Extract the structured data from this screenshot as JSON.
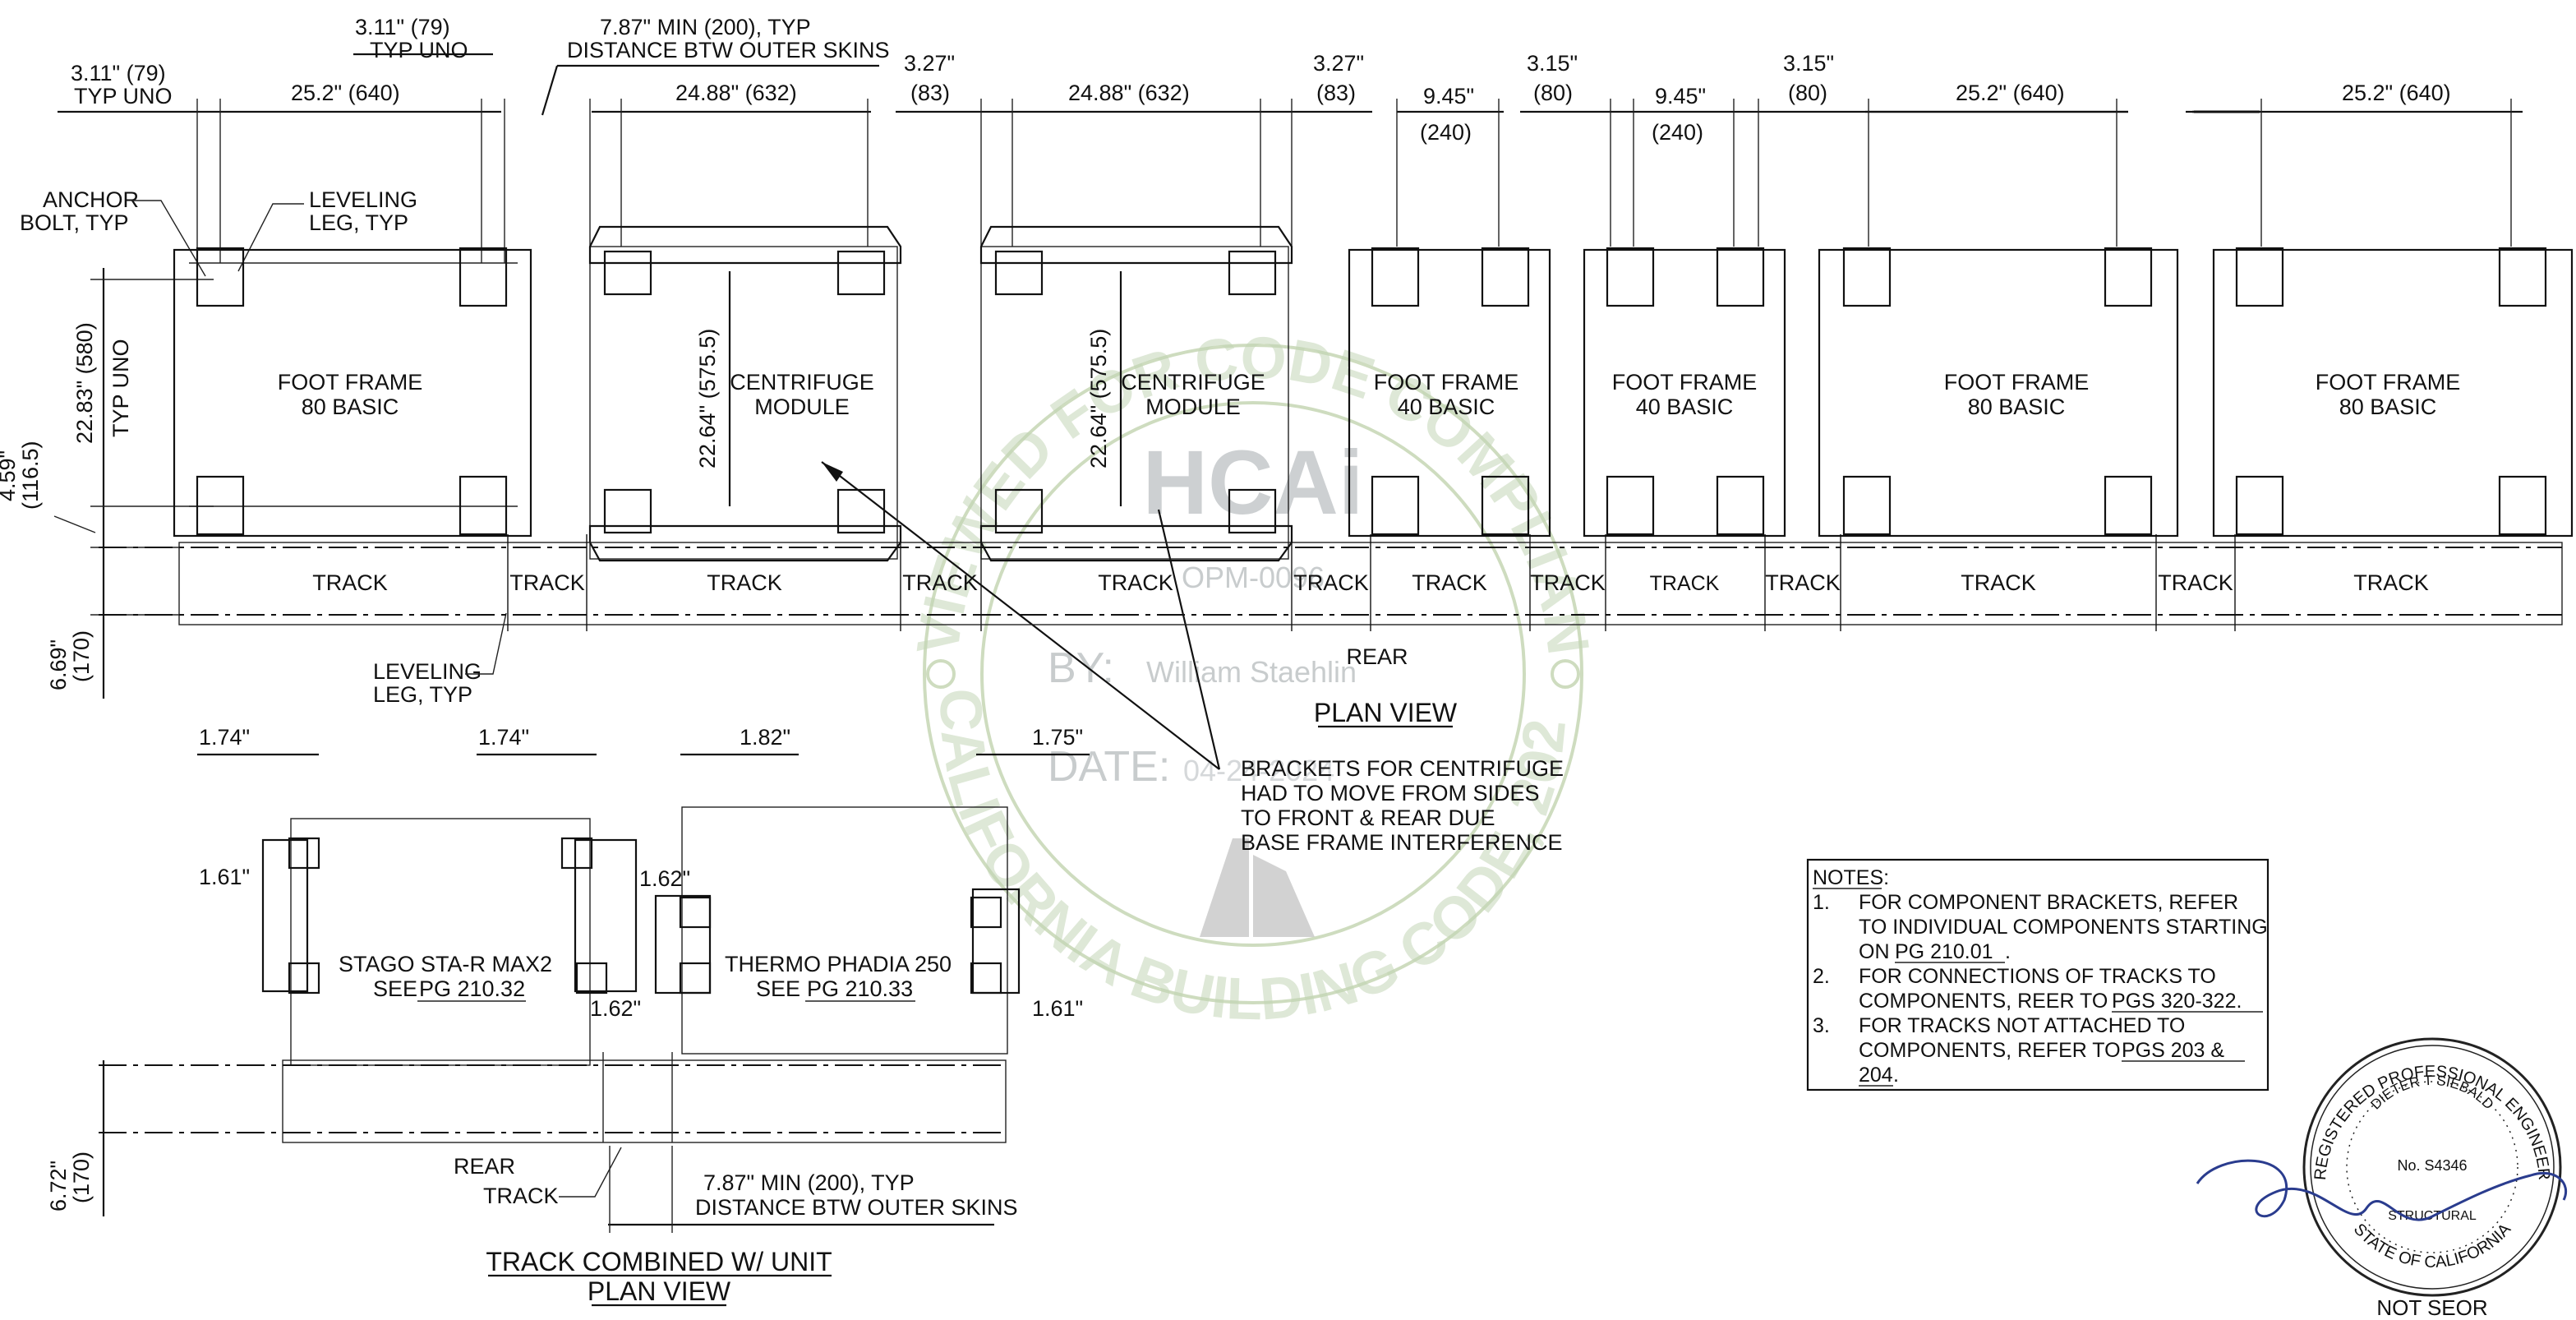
{
  "top_dims": {
    "d311_typ_uno_a": "3.11\" (79)",
    "typ_uno_a": "TYP UNO",
    "d311_typ_uno_b": "3.11\" (79)",
    "typ_uno_b": "TYP UNO",
    "min_787": "7.87\" MIN (200), TYP",
    "dist_btw_outer": "DISTANCE BTW OUTER SKINS",
    "d252_a": "25.2\" (640)",
    "d2488_a": "24.88\" (632)",
    "d327_a": "3.27\"",
    "d83_a": "(83)",
    "d2488_b": "24.88\" (632)",
    "d327_b": "3.27\"",
    "d83_b": "(83)",
    "d945_a": "9.45\"",
    "d240_a": "(240)",
    "d315_a": "3.15\"",
    "d80_a": "(80)",
    "d945_b": "9.45\"",
    "d240_b": "(240)",
    "d315_b": "3.15\"",
    "d80_b": "(80)",
    "d252_b": "25.2\" (640)",
    "d252_c": "25.2\" (640)"
  },
  "callouts": {
    "anchor_bolt_1": "ANCHOR",
    "anchor_bolt_2": "BOLT, TYP",
    "leveling_leg_1": "LEVELING",
    "leveling_leg_2": "LEG, TYP",
    "leveling_leg_low_1": "LEVELING",
    "leveling_leg_low_2": "LEG, TYP",
    "brackets_1": "BRACKETS FOR CENTRIFUGE",
    "brackets_2": "HAD TO MOVE FROM SIDES",
    "brackets_3": "TO FRONT & REAR DUE",
    "brackets_4": "BASE FRAME INTERFERENCE"
  },
  "side_dims": {
    "d2283": "22.83\" (580)",
    "typ_uno": "TYP UNO",
    "d459": "4.59\"",
    "d1165": "(116.5)",
    "d669": "6.69\"",
    "d170_a": "(170)",
    "d2264_a": "22.64\" (575.5)",
    "d2264_b": "22.64\" (575.5)"
  },
  "modules": [
    {
      "line1": "FOOT FRAME",
      "line2": "80 BASIC"
    },
    {
      "line1": "CENTRIFUGE",
      "line2": "MODULE"
    },
    {
      "line1": "CENTRIFUGE",
      "line2": "MODULE"
    },
    {
      "line1": "FOOT FRAME",
      "line2": "40 BASIC"
    },
    {
      "line1": "FOOT FRAME",
      "line2": "40 BASIC"
    },
    {
      "line1": "FOOT FRAME",
      "line2": "80 BASIC"
    },
    {
      "line1": "FOOT FRAME",
      "line2": "80 BASIC"
    }
  ],
  "tracks": [
    "TRACK",
    "TRACK",
    "TRACK",
    "TRACK",
    "TRACK",
    "TRACK",
    "TRACK",
    "TRACK",
    "TRACK",
    "TRACK",
    "TRACK",
    "TRACK",
    "TRACK"
  ],
  "rear_label": "REAR",
  "plan_view_title": "PLAN VIEW",
  "lower": {
    "d174_a": "1.74\"",
    "d174_b": "1.74\"",
    "d182": "1.82\"",
    "d175": "1.75\"",
    "d161_a": "1.61\"",
    "d162_a": "1.62\"",
    "d162_b": "1.62\"",
    "d161_b": "1.61\"",
    "stago_1": "STAGO STA-R MAX2",
    "stago_see": "SEE",
    "stago_ref": "PG 210.32",
    "thermo_1": "THERMO PHADIA 250",
    "thermo_see": "SEE",
    "thermo_ref": "PG 210.33",
    "rear": "REAR",
    "track": "TRACK",
    "d672": "6.72\"",
    "d170_b": "(170)",
    "min_787": "7.87\" MIN (200), TYP",
    "dist_btw_outer": "DISTANCE BTW OUTER SKINS",
    "title_1": "TRACK COMBINED W/ UNIT",
    "title_2": "PLAN VIEW"
  },
  "notes": {
    "heading": "NOTES:",
    "n1_num": "1.",
    "n1_a": "FOR COMPONENT BRACKETS, REFER",
    "n1_b": "TO INDIVIDUAL COMPONENTS STARTING",
    "n1_c": "ON",
    "n1_ref": "PG 210.01",
    "n1_end": ".",
    "n2_num": "2.",
    "n2_a": "FOR CONNECTIONS OF TRACKS TO",
    "n2_b": "COMPONENTS, REER TO",
    "n2_ref": "PGS 320-322.",
    "n3_num": "3.",
    "n3_a": "FOR TRACKS NOT ATTACHED TO",
    "n3_b": "COMPONENTS, REFER TO",
    "n3_ref1": "PGS 203 &",
    "n3_ref2": "204",
    "n3_end": "."
  },
  "watermark": {
    "arc_top": "REVIEWED FOR CODE COMPLIANCE",
    "arc_bottom": "CALIFORNIA BUILDING CODE, 2022",
    "logo": "HCAi",
    "opm": "OPM-0096",
    "by_label": "BY:",
    "by_name": "William Staehlin",
    "date_label": "DATE:",
    "date_value": "04-24-2024"
  },
  "seal": {
    "ring_top": "REGISTERED PROFESSIONAL ENGINEER",
    "name": "DIETER T SIEBALD",
    "number": "No. S4346",
    "discipline": "STRUCTURAL",
    "state": "STATE OF CALIFORNIA",
    "below": "NOT SEOR"
  }
}
